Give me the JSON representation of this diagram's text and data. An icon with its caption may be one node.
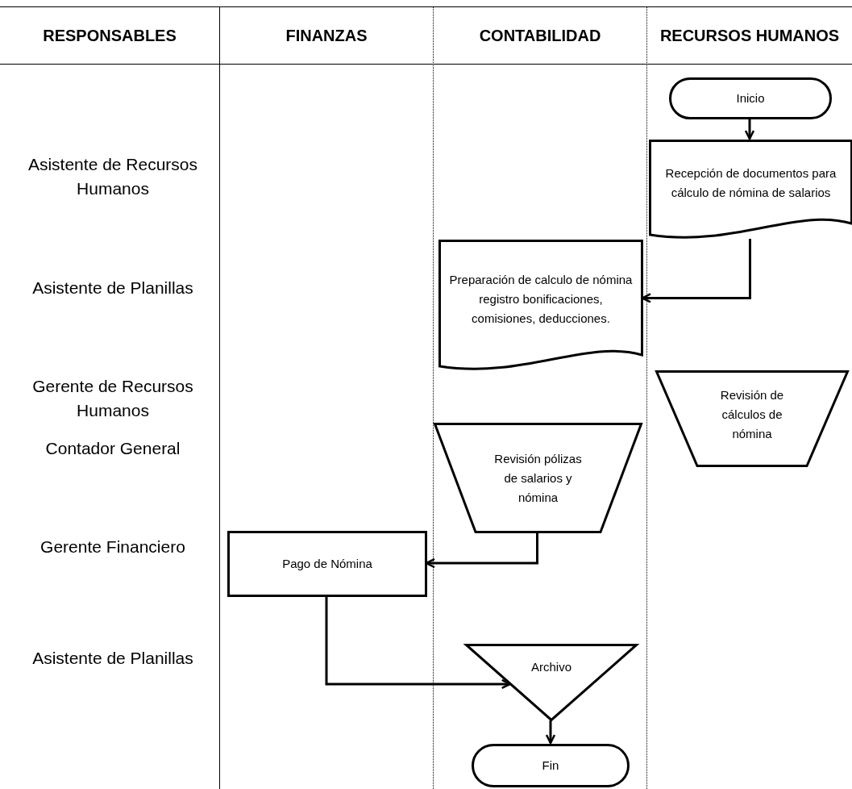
{
  "diagram": {
    "nodes": [
      {
        "text": [
          "RESPONSABLES"
        ]
      },
      {
        "text": [
          "FINANZAS"
        ]
      },
      {
        "text": [
          "CONTABILIDAD"
        ]
      },
      {
        "text": [
          "RECURSOS HUMANOS"
        ]
      },
      {
        "text": [
          "Inicio"
        ],
        "in": 3
      },
      {
        "text": [
          "Recepción de documentos para cálculo de nómina de salarios"
        ],
        "in": 3
      },
      {
        "text": [
          "Preparación de calculo de nómina registro bonificaciones, comisiones, deducciones."
        ],
        "in": 2
      },
      {
        "text": [
          "Revisión de cálculos de nómina"
        ],
        "in": 3
      },
      {
        "text": [
          "Revisión pólizas de salarios y nómina"
        ],
        "in": 2
      },
      {
        "text": [
          "Pago de Nómina"
        ],
        "in": 1
      },
      {
        "text": [
          "Archivo"
        ],
        "in": 2
      },
      {
        "text": [
          "Fin"
        ],
        "in": 2
      }
    ],
    "edges": [
      {
        "from": 4,
        "to": 5,
        "arrow": "to"
      },
      {
        "from": 5,
        "to": 6,
        "arrow": "to"
      },
      {
        "from": 8,
        "to": 9,
        "arrow": "to"
      },
      {
        "from": 9,
        "to": 10,
        "arrow": "to"
      },
      {
        "from": 10,
        "to": 11,
        "arrow": "to"
      }
    ],
    "labels": [
      "Asistente de Recursos Humanos",
      "Asistente de Planillas",
      "Gerente de Recursos Humanos",
      "Contador General",
      "Gerente Financiero",
      "Asistente de Planillas"
    ]
  }
}
